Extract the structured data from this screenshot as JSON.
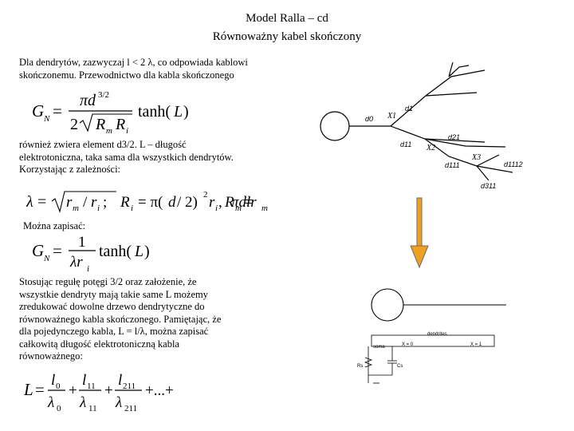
{
  "title_line1": "Model Ralla – cd",
  "title_line2": "Równoważny kabel skończony",
  "para1_line1": "Dla dendrytów, zazwyczaj l < 2 λ, co odpowiada kablowi",
  "para1_line2": "skończonemu. Przewodnictwo dla kabla skończonego",
  "para2_line1": "również zwiera element d3/2. L – długość",
  "para2_line2": "elektrotoniczna, taka sama dla wszystkich dendrytów.",
  "para2_line3": "Korzystając z zależności:",
  "para3": "Można zapisać:",
  "para4_line1": "Stosując regułę potęgi 3/2 oraz założenie, że",
  "para4_line2": "wszystkie dendryty mają takie same L możemy",
  "para4_line3": "zredukować dowolne drzewo dendrytyczne do",
  "para4_line4": "równoważnego kabla skończonego. Pamiętając, że",
  "para4_line5": "dla pojedynczego kabla, L = l/λ, można zapisać",
  "para4_line6": "całkowitą długość elektrotoniczną kabla",
  "para4_line7": "równoważnego:",
  "tree_labels": {
    "d1": "d1",
    "d0": "d0",
    "x1": "X1",
    "d11": "d11",
    "d21": "d21",
    "d111": "d111",
    "x2": "X2",
    "x3": "X3",
    "d1112": "d1112",
    "d311": "d311"
  },
  "circuit_labels": {
    "dendrites": "dendrites",
    "soma": "soma",
    "x0": "X = 0",
    "x1": "X = 1",
    "rs": "Rs",
    "cs": "Cs"
  },
  "colors": {
    "arrow_fill": "#f0a020",
    "arrow_stroke": "#6b6b6b"
  }
}
